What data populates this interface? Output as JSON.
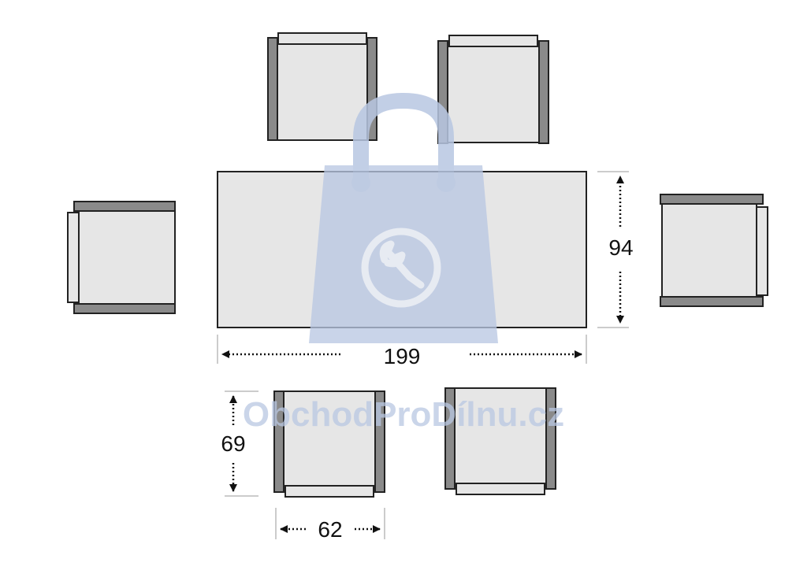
{
  "dimensions": {
    "table_length": "199",
    "table_depth": "94",
    "chair_depth": "69",
    "chair_width": "62"
  },
  "watermark": {
    "text": "ObchodProDílnu.cz",
    "icon": "shopping-bag-wrench-icon"
  },
  "colors": {
    "furniture_fill": "#e6e6e6",
    "furniture_stroke": "#222222",
    "armrest_fill": "#8a8a8a",
    "arrow": "#111111",
    "watermark": "#b8c7e2"
  }
}
